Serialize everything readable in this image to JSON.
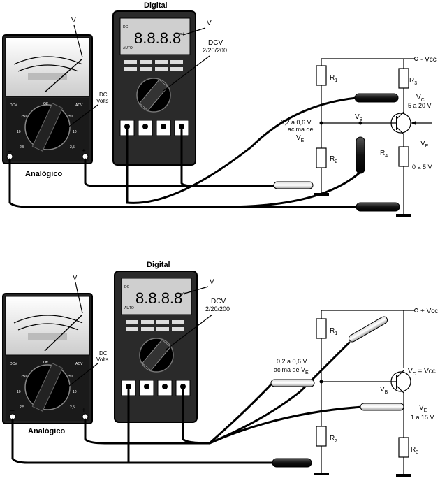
{
  "top": {
    "digital_label": "Digital",
    "analog_label": "Analógico",
    "v_label_analog": "V",
    "v_label_digital": "V",
    "dc_volts": [
      "DC",
      "Volts"
    ],
    "dcv_label": [
      "DCV",
      "2/20/200"
    ],
    "display": "8.8.8.8",
    "vcc": "- Vcc",
    "r1": "R",
    "r1_sub": "1",
    "r2": "R",
    "r2_sub": "2",
    "r3": "R",
    "r3_sub": "3",
    "r4": "R",
    "r4_sub": "4",
    "vb": "V",
    "vb_sub": "B",
    "vc_label": [
      "V",
      "C",
      "5 a 20 V"
    ],
    "ve_label": [
      "V",
      "E",
      "0 a 5 V"
    ],
    "vbe_note": [
      "0,2 a 0,6 V",
      "acima de",
      "V",
      "E"
    ]
  },
  "bottom": {
    "digital_label": "Digital",
    "analog_label": "Analógico",
    "v_label_analog": "V",
    "v_label_digital": "V",
    "dc_volts": [
      "DC",
      "Volts"
    ],
    "dcv_label": [
      "DCV",
      "2/20/200"
    ],
    "display": "8.8.8.8",
    "vcc": "+ Vcc",
    "r1": "R",
    "r1_sub": "1",
    "r2": "R",
    "r2_sub": "2",
    "r3": "R",
    "r3_sub": "3",
    "vb": "V",
    "vb_sub": "B",
    "vc_label": [
      "V",
      "C",
      " = Vcc"
    ],
    "ve_label": [
      "V",
      "E",
      "1 a 15 V"
    ],
    "vbe_note": [
      "0,2 a 0,6 V",
      "acima de V",
      "E"
    ]
  }
}
